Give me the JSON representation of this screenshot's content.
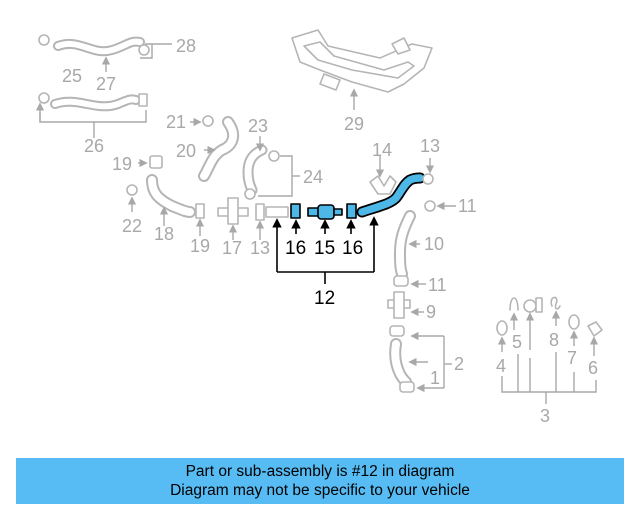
{
  "diagram": {
    "callouts": {
      "n28": "28",
      "n25": "25",
      "n27": "27",
      "n26": "26",
      "n29": "29",
      "n21": "21",
      "n20": "20",
      "n23": "23",
      "n24": "24",
      "n19a": "19",
      "n22": "22",
      "n18": "18",
      "n19b": "19",
      "n17": "17",
      "n13a": "13",
      "n14": "14",
      "n13b": "13",
      "n11a": "11",
      "n10": "10",
      "n11b": "11",
      "n9": "9",
      "n2": "2",
      "n1": "1",
      "n4": "4",
      "n5": "5",
      "n8": "8",
      "n7": "7",
      "n6": "6",
      "n3": "3"
    },
    "highlight": {
      "n16a": "16",
      "n15": "15",
      "n16b": "16",
      "n12": "12"
    }
  },
  "banner": {
    "line1": "Part or sub-assembly is #12 in diagram",
    "line2": "Diagram may not be specific to your vehicle"
  },
  "colors": {
    "highlight_fill": "#4db8e8",
    "banner_bg": "#56bcf3",
    "part_grey": "#b5b5b5"
  }
}
